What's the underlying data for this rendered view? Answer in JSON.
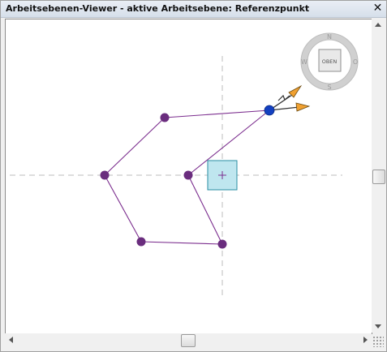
{
  "window": {
    "title": "Arbeitsebenen-Viewer - aktive Arbeitsebene: Referenzpunkt",
    "close_glyph": "✕"
  },
  "viewcube": {
    "face_label": "OBEN",
    "compass": {
      "north": "N",
      "south": "S",
      "east": "O",
      "west": "W"
    }
  },
  "colors": {
    "sketch_line": "#7b2d8e",
    "point": "#6a2d7e",
    "selected_point": "#1340c0",
    "workplane_fill": "#bfe6ef",
    "workplane_border": "#2a8ea3",
    "gizmo_arrow": "#f0a030"
  },
  "scrollbars": {
    "vertical_position": 0.5,
    "horizontal_position": 0.5
  }
}
